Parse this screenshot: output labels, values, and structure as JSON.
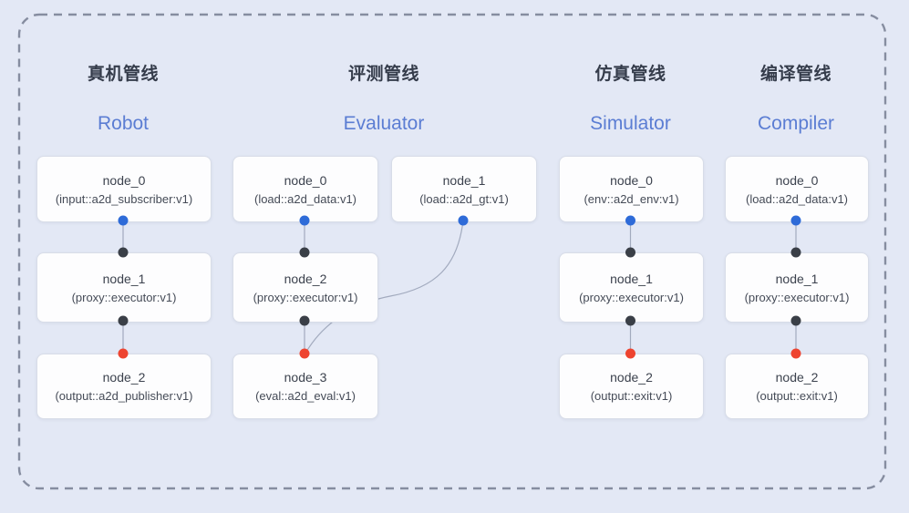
{
  "colors": {
    "background": "#e3e8f5",
    "frame_border": "#868da0",
    "node_bg": "#fdfdfe",
    "node_border": "#d8dde8",
    "heading_text": "#353c4b",
    "accent_text": "#5b7dd3",
    "node_name_text": "#3c424e",
    "node_type_text": "#454b57",
    "port_input": "#2e6bd8",
    "port_mid": "#3a3f47",
    "port_output": "#ee4430",
    "wire": "#9aa3b8"
  },
  "pipelines": [
    {
      "title_zh": "真机管线",
      "subtitle_en": "Robot",
      "nodes": [
        {
          "name": "node_0",
          "type": "(input::a2d_subscriber:v1)"
        },
        {
          "name": "node_1",
          "type": "(proxy::executor:v1)"
        },
        {
          "name": "node_2",
          "type": "(output::a2d_publisher:v1)"
        }
      ]
    },
    {
      "title_zh": "评测管线",
      "subtitle_en": "Evaluator",
      "nodes": [
        {
          "name": "node_0",
          "type": "(load::a2d_data:v1)"
        },
        {
          "name": "node_1",
          "type": "(load::a2d_gt:v1)"
        },
        {
          "name": "node_2",
          "type": "(proxy::executor:v1)"
        },
        {
          "name": "node_3",
          "type": "(eval::a2d_eval:v1)"
        }
      ]
    },
    {
      "title_zh": "仿真管线",
      "subtitle_en": "Simulator",
      "nodes": [
        {
          "name": "node_0",
          "type": "(env::a2d_env:v1)"
        },
        {
          "name": "node_1",
          "type": "(proxy::executor:v1)"
        },
        {
          "name": "node_2",
          "type": "(output::exit:v1)"
        }
      ]
    },
    {
      "title_zh": "编译管线",
      "subtitle_en": "Compiler",
      "nodes": [
        {
          "name": "node_0",
          "type": "(load::a2d_data:v1)"
        },
        {
          "name": "node_1",
          "type": "(proxy::executor:v1)"
        },
        {
          "name": "node_2",
          "type": "(output::exit:v1)"
        }
      ]
    }
  ],
  "edges": [
    {
      "from": "Robot/node_0",
      "to": "Robot/node_1"
    },
    {
      "from": "Robot/node_1",
      "to": "Robot/node_2"
    },
    {
      "from": "Evaluator/node_0",
      "to": "Evaluator/node_2"
    },
    {
      "from": "Evaluator/node_1",
      "to": "Evaluator/node_3"
    },
    {
      "from": "Evaluator/node_2",
      "to": "Evaluator/node_3"
    },
    {
      "from": "Simulator/node_0",
      "to": "Simulator/node_1"
    },
    {
      "from": "Simulator/node_1",
      "to": "Simulator/node_2"
    },
    {
      "from": "Compiler/node_0",
      "to": "Compiler/node_1"
    },
    {
      "from": "Compiler/node_1",
      "to": "Compiler/node_2"
    }
  ]
}
